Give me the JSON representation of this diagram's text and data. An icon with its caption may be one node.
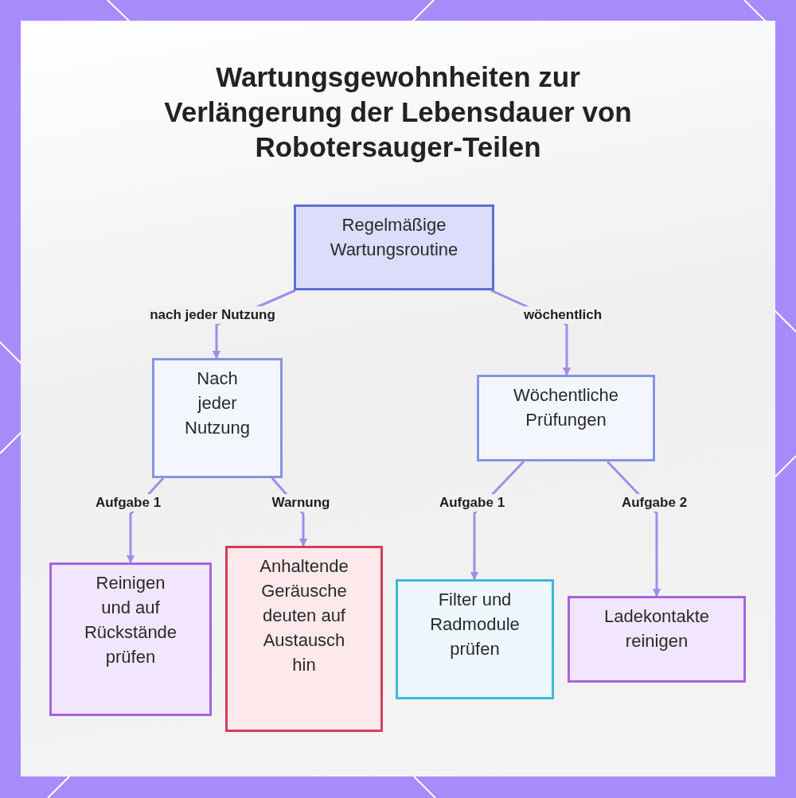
{
  "diagram": {
    "title": "Wartungsgewohnheiten zur Verlängerung der Lebensdauer von Robotersauger-Teilen",
    "nodes": [
      {
        "text": [
          "Regelmäßige Wartungsroutine"
        ]
      },
      {
        "text": [
          "Nach jeder Nutzung"
        ]
      },
      {
        "text": [
          "Wöchentliche Prüfungen"
        ]
      },
      {
        "text": [
          "Reinigen und auf Rückstände prüfen"
        ]
      },
      {
        "text": [
          "Anhaltende Geräusche deuten auf Austausch hin"
        ]
      },
      {
        "text": [
          "Filter und Radmodule prüfen"
        ]
      },
      {
        "text": [
          "Ladekontakte reinigen"
        ]
      }
    ],
    "edges": [
      {
        "from": 0,
        "to": 1,
        "arrow": "to",
        "label": "nach jeder Nutzung"
      },
      {
        "from": 0,
        "to": 2,
        "arrow": "to",
        "label": "wöchentlich"
      },
      {
        "from": 1,
        "to": 3,
        "arrow": "to",
        "label": "Aufgabe 1"
      },
      {
        "from": 1,
        "to": 4,
        "arrow": "to",
        "label": "Warnung"
      },
      {
        "from": 2,
        "to": 5,
        "arrow": "to",
        "label": "Aufgabe 1"
      },
      {
        "from": 2,
        "to": 6,
        "arrow": "to",
        "label": "Aufgabe 2"
      }
    ]
  }
}
